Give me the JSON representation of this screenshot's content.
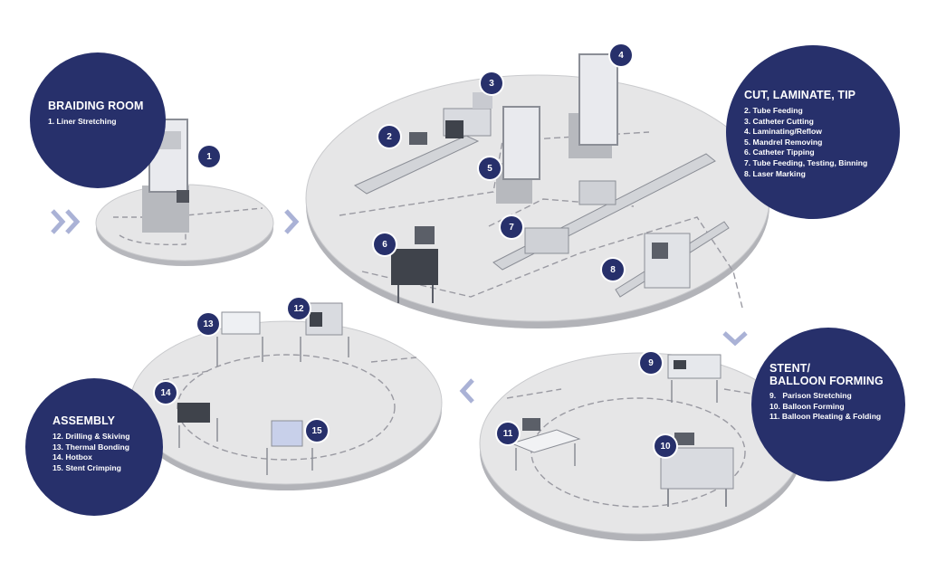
{
  "colors": {
    "navy": "#27306b",
    "platform": "#e6e6e7",
    "rim": "#a9aab0",
    "path": "#9a9aa2",
    "chevron": "#aab2d6",
    "machine": "#d2d4d8",
    "machine_dark": "#8b8e96"
  },
  "panels": {
    "braiding": {
      "title": "BRAIDING ROOM",
      "items": [
        "1. Liner Stretching"
      ]
    },
    "cut": {
      "title": "CUT, LAMINATE, TIP",
      "items": [
        "2. Tube Feeding",
        "3. Catheter Cutting",
        "4. Laminating/Reflow",
        "5. Mandrel Removing",
        "6. Catheter Tipping",
        "7. Tube Feeding, Testing, Binning",
        "8. Laser Marking"
      ]
    },
    "stent": {
      "title_line1": "STENT/",
      "title_line2": "BALLOON FORMING",
      "items": [
        "9.   Parison Stretching",
        "10. Balloon Forming",
        "11. Balloon Pleating & Folding"
      ]
    },
    "assembly": {
      "title": "ASSEMBLY",
      "items": [
        "12. Drilling & Skiving",
        "13. Thermal Bonding",
        "14. Hotbox",
        "15. Stent Crimping"
      ]
    }
  },
  "badges": [
    "1",
    "2",
    "3",
    "4",
    "5",
    "6",
    "7",
    "8",
    "9",
    "10",
    "11",
    "12",
    "13",
    "14",
    "15"
  ],
  "flow_arrows": [
    "chevron-right-icon",
    "chevron-right-icon",
    "chevron-down-icon",
    "chevron-left-icon"
  ]
}
